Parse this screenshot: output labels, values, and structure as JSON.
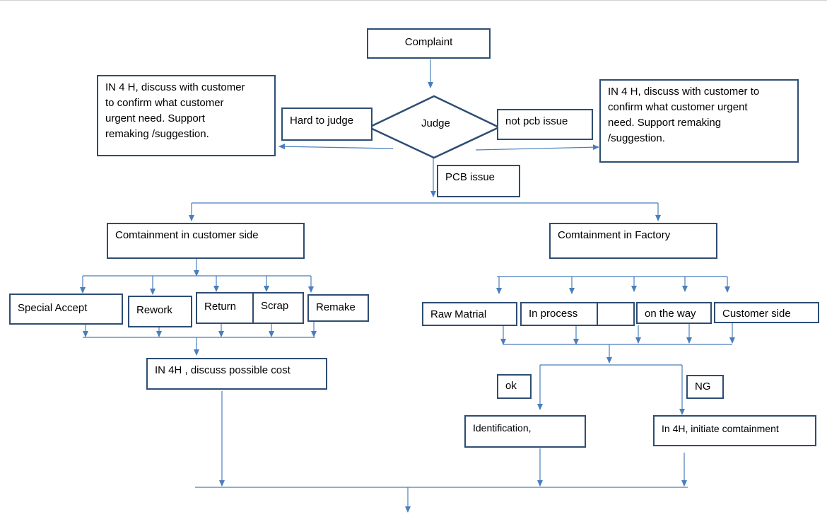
{
  "diagram": {
    "complaint": "Complaint",
    "judge": "Judge",
    "hard_to_judge": "Hard to judge",
    "not_pcb_issue": "not pcb issue",
    "pcb_issue": "PCB issue",
    "left_note": "IN 4 H, discuss with customer\nto confirm what customer\nurgent need. Support\nremaking /suggestion.",
    "right_note": "IN 4 H, discuss with customer to\nconfirm what customer urgent\nneed. Support remaking\n/suggestion.",
    "containment_customer": "Comtainment in customer side",
    "containment_factory": "Comtainment in Factory",
    "special_accept": "Special Accept",
    "rework": "Rework",
    "return": "Return",
    "scrap": "Scrap",
    "remake": "Remake",
    "raw_material": "Raw Matrial",
    "in_process": "In process",
    "empty_box": "",
    "on_the_way": "on the way",
    "customer_side": "Customer side",
    "discuss_cost": "IN 4H , discuss possible cost",
    "ok": "ok",
    "ng": "NG",
    "identification": "Identification,",
    "initiate_containment": "In 4H, initiate  comtainment"
  },
  "colors": {
    "box_border": "#2E4D73",
    "connector": "#4A7EBB"
  }
}
